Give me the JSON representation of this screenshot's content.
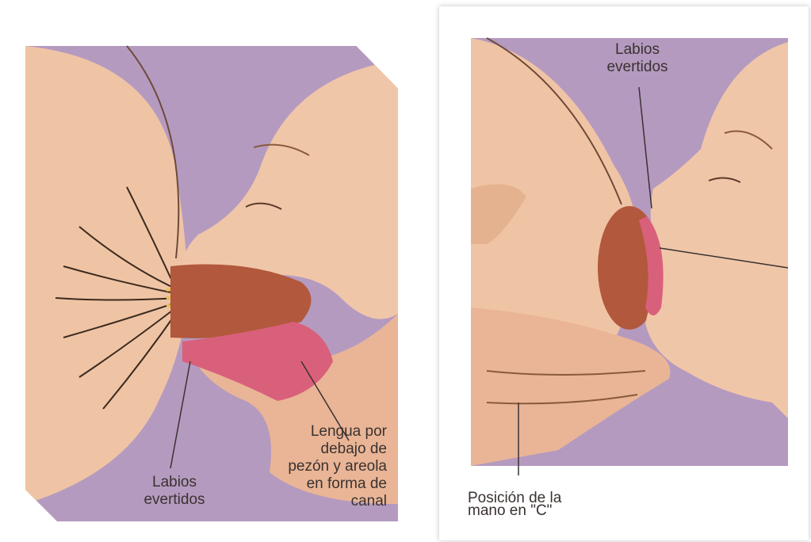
{
  "left_illustration": {
    "label_tongue": [
      "Lengua por",
      "debajo de",
      "pezón y areola",
      "en forma de",
      "canal"
    ],
    "label_lips": [
      "Labios",
      "evertidos"
    ]
  },
  "right_illustration": {
    "label_lips": [
      "Labios",
      "evertidos"
    ],
    "label_hand_position": "Posición de la",
    "label_hand_position_cut": "mano en \"C\""
  },
  "colors": {
    "background_purple": "#b59ac0",
    "skin_light": "#f0c6a8",
    "skin_shade": "#dca083",
    "areola": "#b2583d",
    "tongue": "#d9607a",
    "milk_ducts": "#e8c25a",
    "tissue_lines": "#3b2a1f"
  }
}
